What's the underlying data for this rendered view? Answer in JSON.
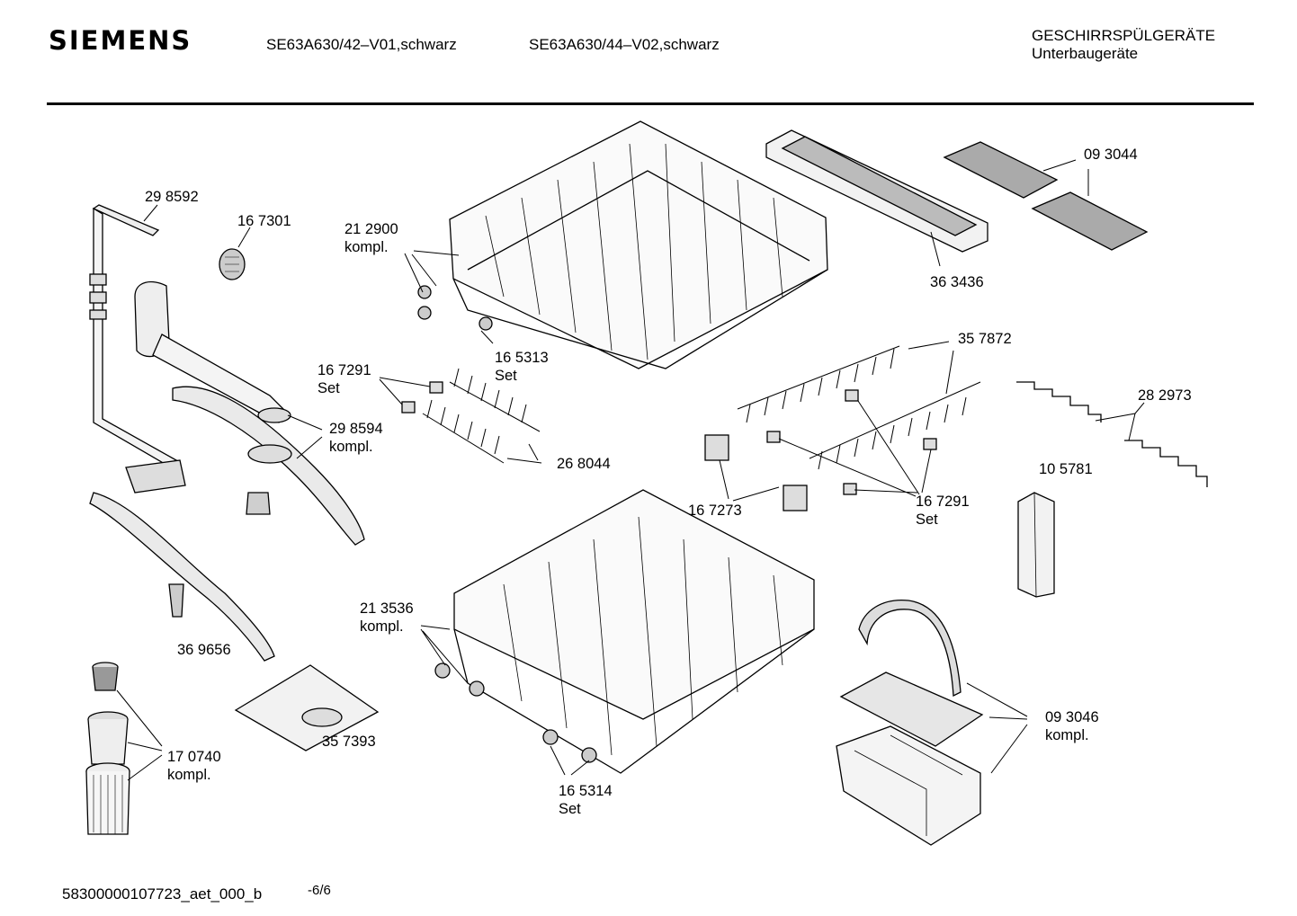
{
  "header": {
    "brand": "SIEMENS",
    "model_1": "SE63A630/42–V01,schwarz",
    "model_2": "SE63A630/44–V02,schwarz",
    "category_line1": "GESCHIRRSPÜLGERÄTE",
    "category_line2": "Unterbaugeräte"
  },
  "parts": [
    {
      "id": "p298592",
      "num": "29 8592",
      "sub": ""
    },
    {
      "id": "p167301",
      "num": "16 7301",
      "sub": ""
    },
    {
      "id": "p212900",
      "num": "21 2900",
      "sub": "kompl."
    },
    {
      "id": "p165313",
      "num": "16 5313",
      "sub": "Set"
    },
    {
      "id": "p363436",
      "num": "36 3436",
      "sub": ""
    },
    {
      "id": "p093044",
      "num": "09 3044",
      "sub": ""
    },
    {
      "id": "p357872",
      "num": "35 7872",
      "sub": ""
    },
    {
      "id": "p282973",
      "num": "28 2973",
      "sub": ""
    },
    {
      "id": "p167291a",
      "num": "16 7291",
      "sub": "Set"
    },
    {
      "id": "p298594",
      "num": "29 8594",
      "sub": "kompl."
    },
    {
      "id": "p268044",
      "num": "26 8044",
      "sub": ""
    },
    {
      "id": "p105781",
      "num": "10 5781",
      "sub": ""
    },
    {
      "id": "p167273",
      "num": "16 7273",
      "sub": ""
    },
    {
      "id": "p167291b",
      "num": "16 7291",
      "sub": "Set"
    },
    {
      "id": "p213536",
      "num": "21 3536",
      "sub": "kompl."
    },
    {
      "id": "p369656",
      "num": "36 9656",
      "sub": ""
    },
    {
      "id": "p093046",
      "num": "09 3046",
      "sub": "kompl."
    },
    {
      "id": "p357393",
      "num": "35 7393",
      "sub": ""
    },
    {
      "id": "p170740",
      "num": "17 0740",
      "sub": "kompl."
    },
    {
      "id": "p165314",
      "num": "16 5314",
      "sub": "Set"
    }
  ],
  "footer": {
    "doc_id": "58300000107723_aet_000_b",
    "page": "-6/6"
  }
}
